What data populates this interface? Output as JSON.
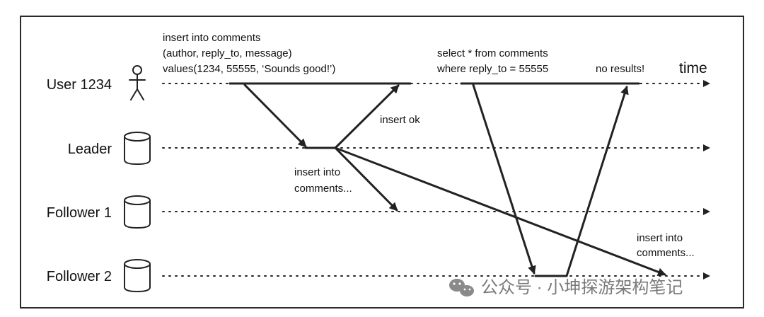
{
  "lanes": [
    {
      "label": "User 1234",
      "icon": "stick-figure-icon"
    },
    {
      "label": "Leader",
      "icon": "database-icon"
    },
    {
      "label": "Follower 1",
      "icon": "database-icon"
    },
    {
      "label": "Follower 2",
      "icon": "database-icon"
    }
  ],
  "axis": {
    "time_label": "time"
  },
  "insert_request": {
    "line1": "insert into comments",
    "line2": "(author, reply_to, message)",
    "line3": "values(1234, 55555, ‘Sounds good!’)"
  },
  "insert_ok": "insert ok",
  "replication_follower1": {
    "line1": "insert into",
    "line2": "comments..."
  },
  "replication_follower2": {
    "line1": "insert into",
    "line2": "comments..."
  },
  "select_request": {
    "line1": "select * from comments",
    "line2": "where reply_to = 55555"
  },
  "no_results": "no results!",
  "watermark": "公众号 · 小坤探游架构笔记",
  "colors": {
    "ink": "#222222",
    "watermark": "#7a7a7a",
    "background": "#ffffff"
  }
}
